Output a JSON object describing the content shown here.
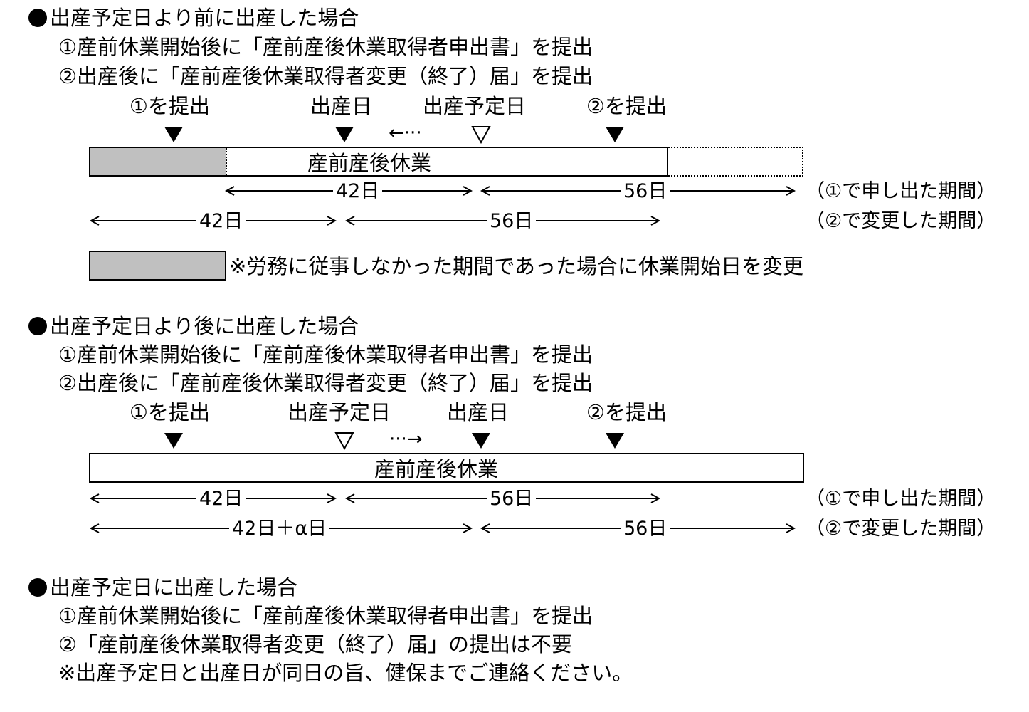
{
  "section1": {
    "heading": "出産予定日より前に出産した場合",
    "line1": "①産前休業開始後に「産前産後休業取得者申出書」を提出",
    "line2": "②出産後に「産前産後休業取得者変更（終了）届」を提出",
    "markers": {
      "submit1": "①を提出",
      "birth": "出産日",
      "due": "出産予定日",
      "submit2": "②を提出"
    },
    "shift_arrow": "←···",
    "bar_label": "産前産後休業",
    "row1": {
      "left": "42日",
      "right": "56日",
      "note": "（①で申し出た期間）"
    },
    "row2": {
      "left": "42日",
      "right": "56日",
      "note": "（②で変更した期間）"
    },
    "legend_note": "※労務に従事しなかった期間であった場合に休業開始日を変更"
  },
  "section2": {
    "heading": "出産予定日より後に出産した場合",
    "line1": "①産前休業開始後に「産前産後休業取得者申出書」を提出",
    "line2": "②出産後に「産前産後休業取得者変更（終了）届」を提出",
    "markers": {
      "submit1": "①を提出",
      "due": "出産予定日",
      "birth": "出産日",
      "submit2": "②を提出"
    },
    "shift_arrow": "···→",
    "bar_label": "産前産後休業",
    "row1": {
      "left": "42日",
      "right": "56日",
      "note": "（①で申し出た期間）"
    },
    "row2": {
      "left": "42日＋α日",
      "right": "56日",
      "note": "（②で変更した期間）"
    }
  },
  "section3": {
    "heading": "出産予定日に出産した場合",
    "line1": "①産前休業開始後に「産前産後休業取得者申出書」を提出",
    "line2": "②「産前産後休業取得者変更（終了）届」の提出は不要",
    "line3": "※出産予定日と出産日が同日の旨、健保までご連絡ください。"
  },
  "colors": {
    "shade": "#c0c0c0",
    "ink": "#000000"
  }
}
